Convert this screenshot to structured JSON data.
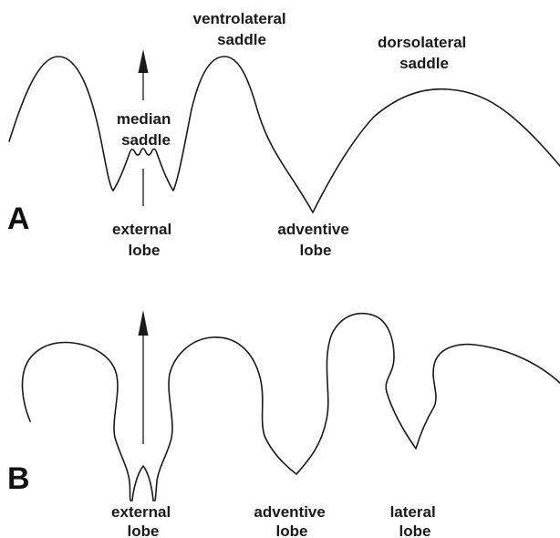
{
  "panel_a": {
    "letter": "A",
    "labels": {
      "ventrolateral_saddle": [
        "ventrolateral",
        "saddle"
      ],
      "dorsolateral_saddle": [
        "dorsolateral",
        "saddle"
      ],
      "median_saddle": [
        "median",
        "saddle"
      ],
      "external_lobe": [
        "external",
        "lobe"
      ],
      "adventive_lobe": [
        "adventive",
        "lobe"
      ]
    }
  },
  "panel_b": {
    "letter": "B",
    "labels": {
      "external_lobe": [
        "external",
        "lobe"
      ],
      "adventive_lobe": [
        "adventive",
        "lobe"
      ],
      "lateral_lobe": [
        "lateral",
        "lobe"
      ]
    }
  },
  "colors": {
    "line": "#1a1a1a",
    "background": "#ffffff"
  }
}
